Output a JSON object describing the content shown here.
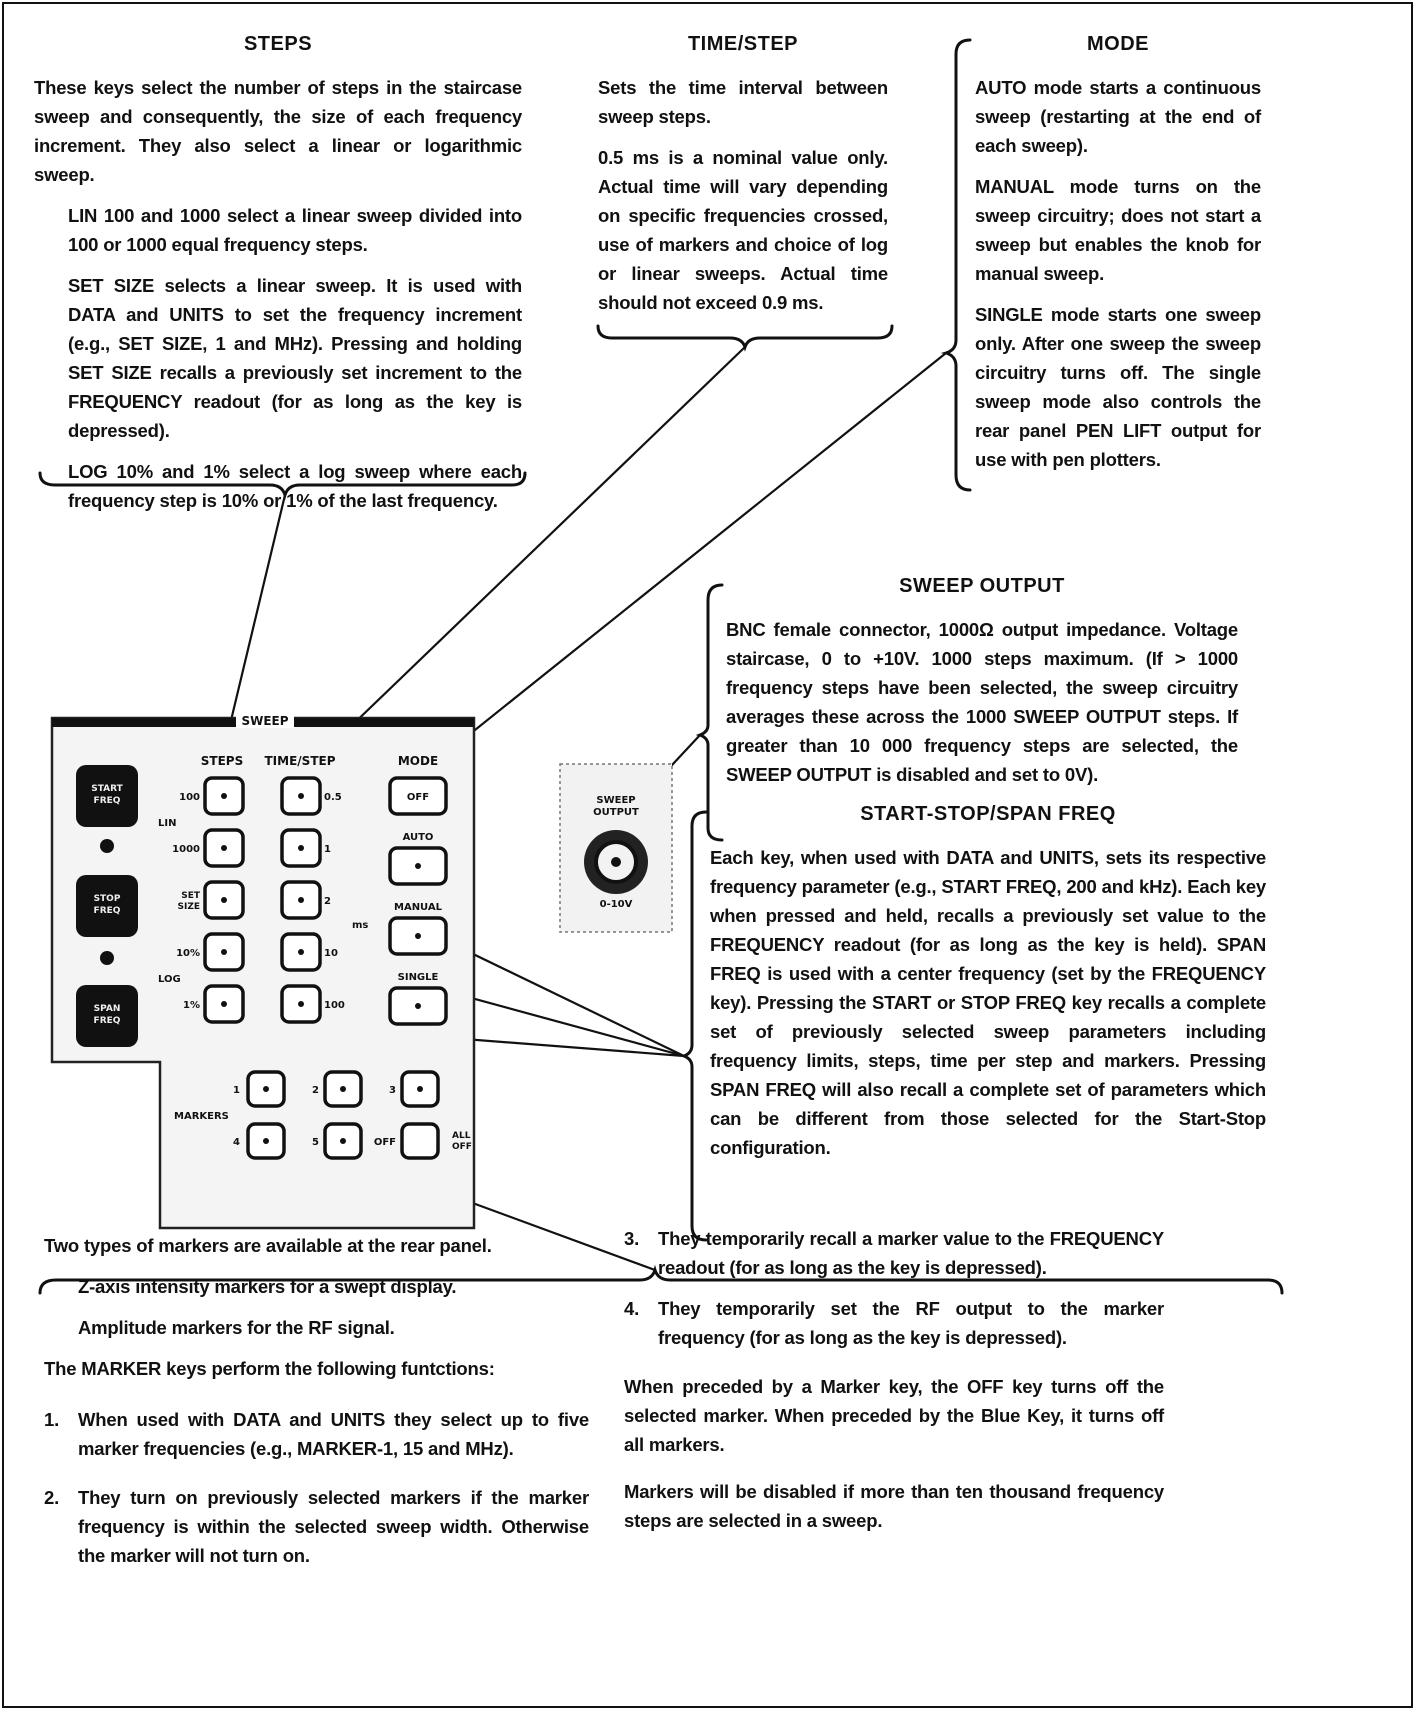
{
  "steps": {
    "title": "STEPS",
    "intro": "These keys select the number of steps in the staircase sweep and consequently, the size of each frequency increment. They also select a linear or logarithmic sweep.",
    "lin": "LIN 100 and 1000 select a linear sweep divided into 100 or 1000 equal frequency steps.",
    "set_size": "SET SIZE selects a linear sweep. It is used with DATA and UNITS to set the frequency increment (e.g., SET SIZE, 1 and MHz). Pressing and holding SET SIZE recalls a previously set increment to the FREQUENCY readout (for as long as the key is depressed).",
    "log": "LOG 10% and 1% select a log sweep where each frequency step is 10% or 1% of the last frequency."
  },
  "time_step": {
    "title": "TIME/STEP",
    "p1": "Sets the time interval between sweep steps.",
    "p2": "0.5 ms is a nominal value only. Actual time will vary depending on specific frequencies crossed, use of markers and choice of log or linear sweeps. Actual time should not exceed 0.9 ms."
  },
  "mode": {
    "title": "MODE",
    "auto": "AUTO mode starts a continuous sweep (restarting at the end of each sweep).",
    "manual": "MANUAL mode turns on the sweep circuitry; does not start a sweep but enables the knob for manual sweep.",
    "single": "SINGLE mode starts one sweep only. After one sweep the sweep circuitry turns off. The single sweep mode also controls the rear panel PEN LIFT output for use with pen plotters."
  },
  "sweep_output": {
    "title": "SWEEP OUTPUT",
    "body": "BNC female connector, 1000Ω output impedance. Voltage staircase, 0 to +10V. 1000 steps maximum. (If > 1000 frequency steps have been selected, the sweep circuitry averages these across the 1000 SWEEP OUTPUT steps. If greater than 10 000 frequency steps are selected, the SWEEP OUTPUT is disabled and set to 0V)."
  },
  "start_stop": {
    "title": "START-STOP/SPAN FREQ",
    "body": "Each key, when used with DATA and UNITS, sets its respective frequency parameter (e.g., START FREQ, 200 and kHz). Each key when pressed and held, recalls a previously set value to the FREQUENCY readout (for as long as the key is held). SPAN FREQ is used with a center frequency (set by the FREQUENCY key). Pressing the START or STOP FREQ key recalls a complete set of previously selected sweep parameters including frequency limits, steps, time per step and markers. Pressing SPAN FREQ will also recall a complete set of parameters which can be different from those selected for the Start-Stop configuration."
  },
  "markers": {
    "title": "MARKERS",
    "p1": "Two types of markers are available at the rear panel.",
    "p2": "Z-axis intensity markers for a swept display.",
    "p3": "Amplitude markers for the RF signal.",
    "p4": "The MARKER keys perform the following funtctions:",
    "items": [
      {
        "num": "1.",
        "text": "When used with DATA and UNITS they select up to five marker frequencies (e.g., MARKER-1, 15 and MHz)."
      },
      {
        "num": "2.",
        "text": "They turn on previously selected markers if the marker frequency is within the selected sweep width. Otherwise the marker will not turn on."
      },
      {
        "num": "3.",
        "text": "They temporarily recall a marker value to the FREQUENCY readout (for as long as the key is depressed)."
      },
      {
        "num": "4.",
        "text": "They temporarily set the RF output to the marker frequency (for as long as the key is depressed)."
      }
    ],
    "off_note": "When preceded by a Marker key, the OFF key turns off the selected marker. When preceded by the Blue Key, it turns off all markers.",
    "disable_note": "Markers will be disabled if more than ten thousand frequency steps are selected in a sweep."
  },
  "panel": {
    "sweep": "SWEEP",
    "steps": "STEPS",
    "time_step": "TIME/STEP",
    "mode": "MODE",
    "start_freq": [
      "START",
      "FREQ"
    ],
    "stop_freq": [
      "STOP",
      "FREQ"
    ],
    "span_freq": [
      "SPAN",
      "FREQ"
    ],
    "lin": "LIN",
    "log": "LOG",
    "step_100": "100",
    "step_1000": "1000",
    "set_size": [
      "SET",
      "SIZE"
    ],
    "step_10pct": "10%",
    "step_1pct": "1%",
    "t_05": "0.5",
    "t_1": "1",
    "t_2": "2",
    "t_10": "10",
    "t_100": "100",
    "ms": "ms",
    "off": "OFF",
    "auto": "AUTO",
    "manual": "MANUAL",
    "single": "SINGLE",
    "markers": "MARKERS",
    "m1": "1",
    "m2": "2",
    "m3": "3",
    "m4": "4",
    "m5": "5",
    "moff": "OFF",
    "all_off": [
      "ALL",
      "OFF"
    ],
    "sweep_output": [
      "SWEEP",
      "OUTPUT"
    ],
    "zero_10v": "0-10V"
  }
}
